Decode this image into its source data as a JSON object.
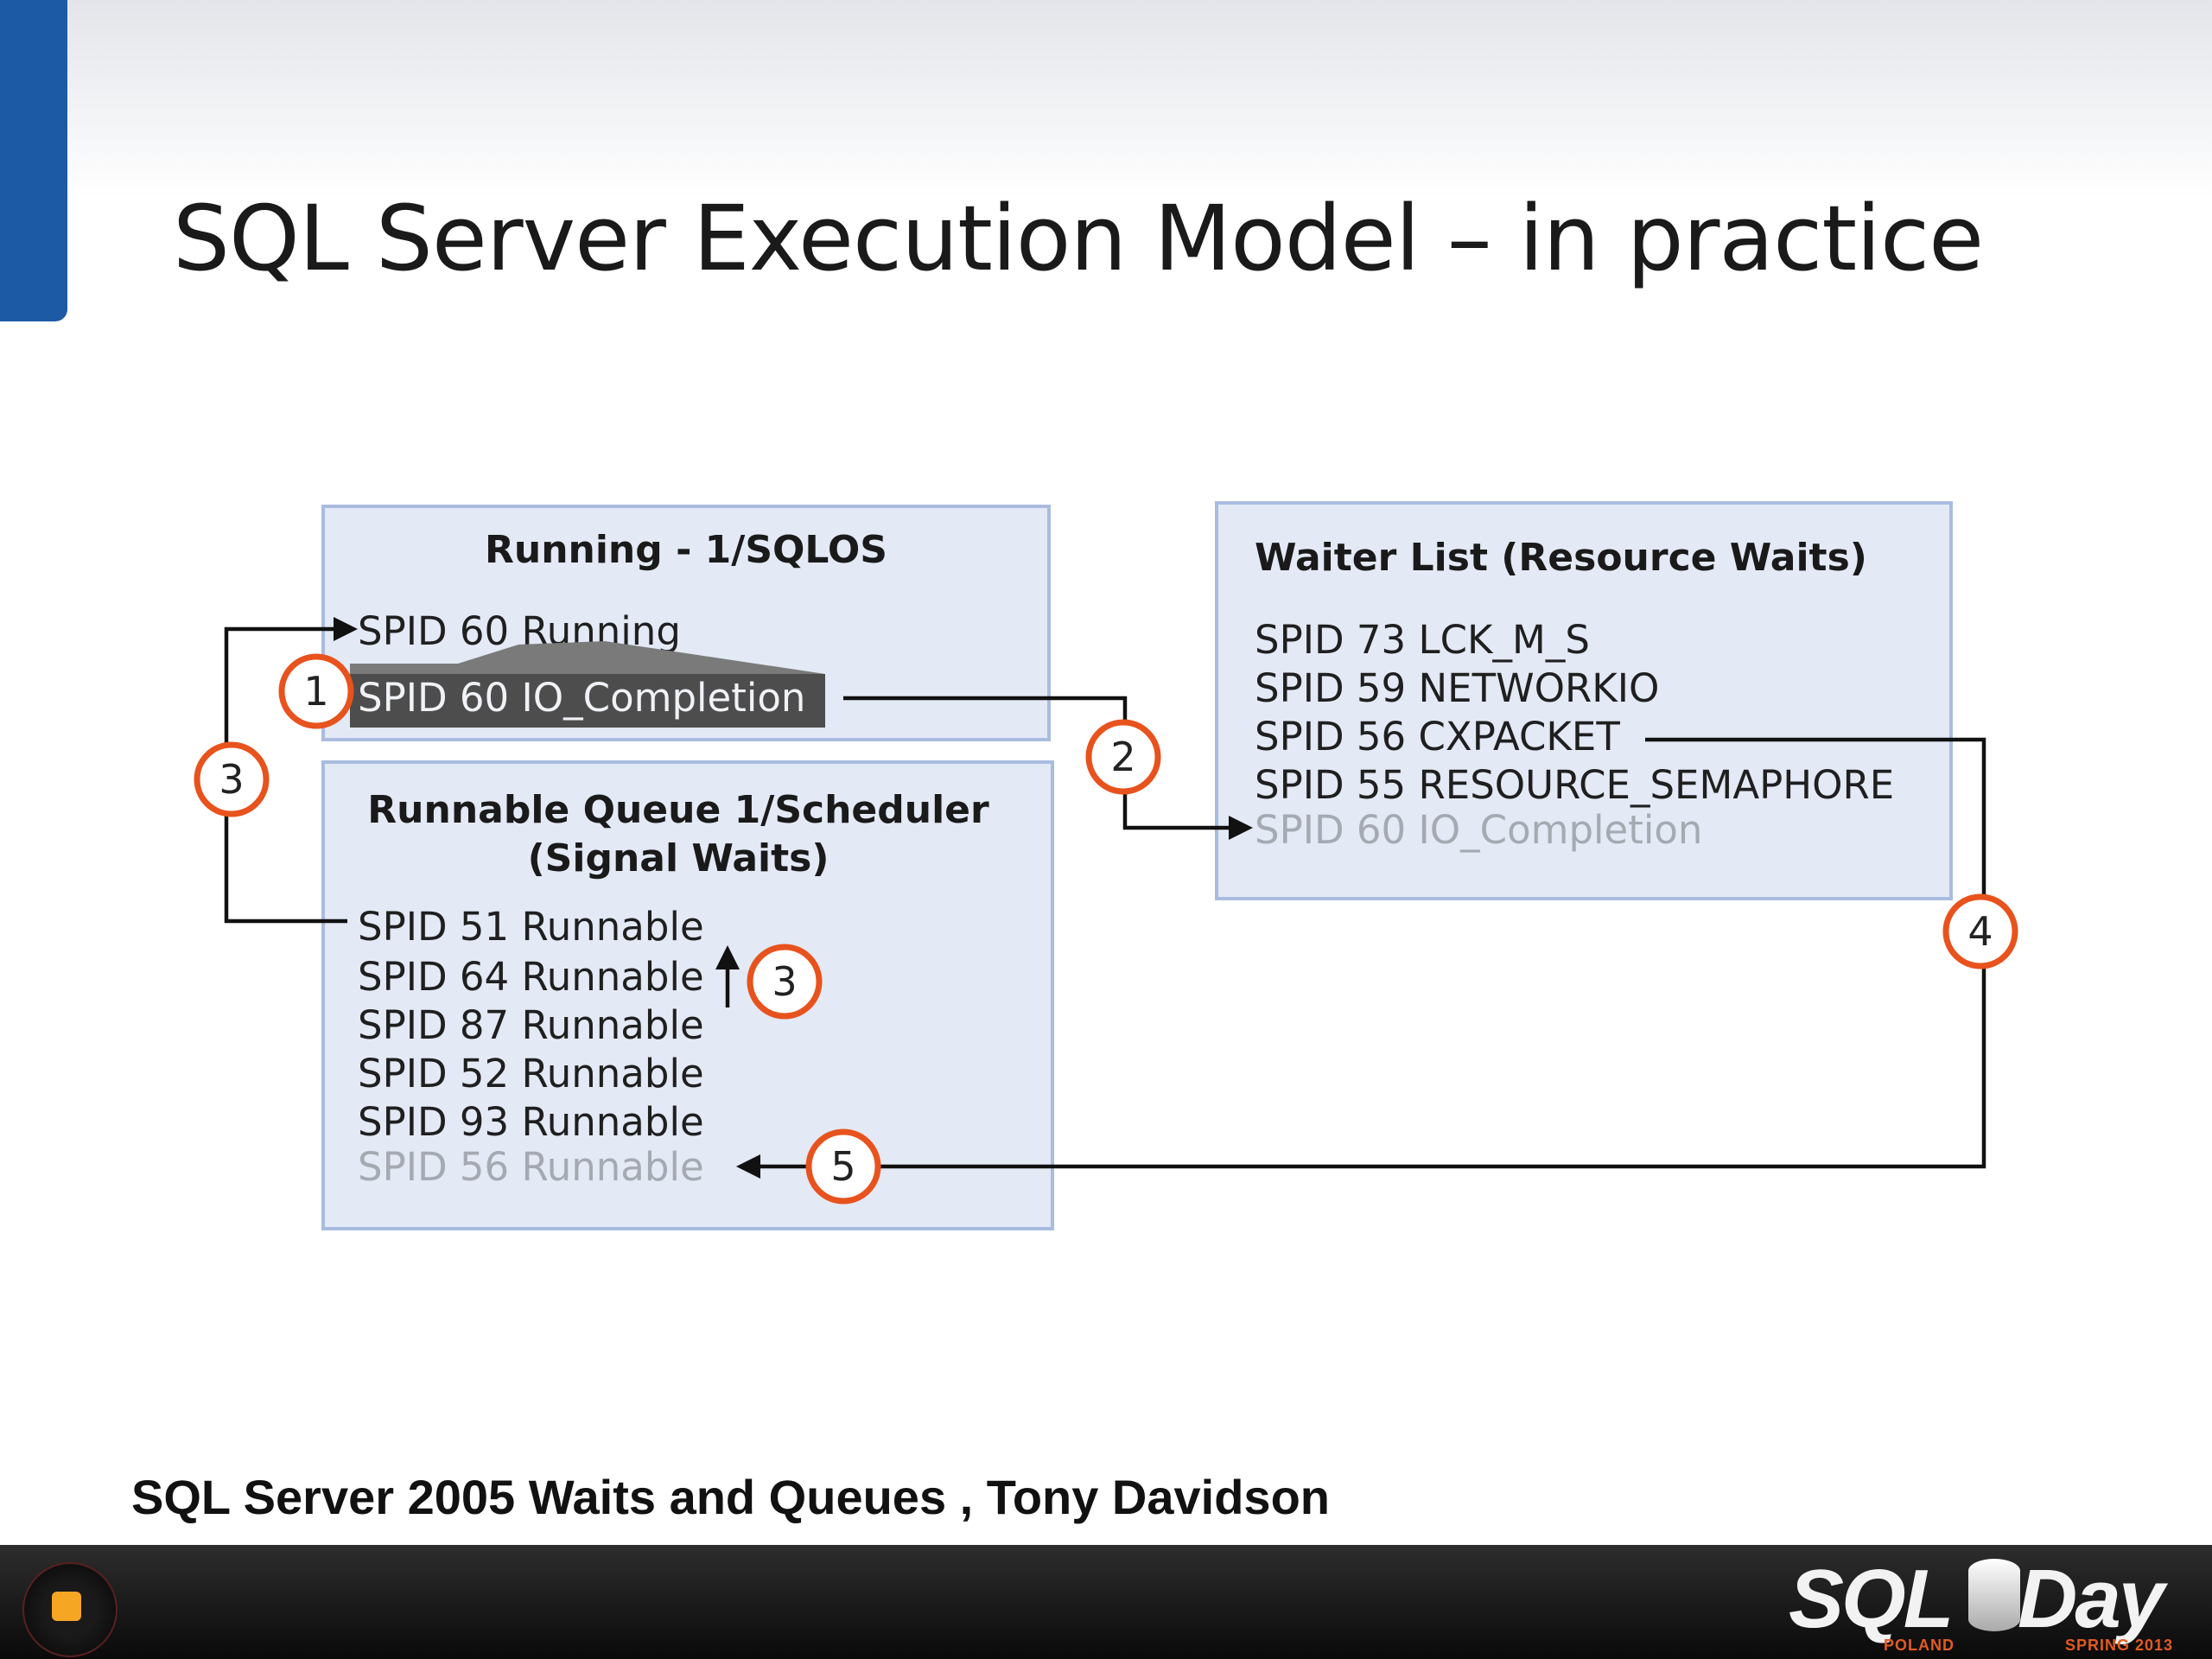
{
  "slide": {
    "title": "SQL Server Execution Model – in practice",
    "citation": "SQL Server 2005 Waits and Queues , Tony Davidson"
  },
  "diagram": {
    "running": {
      "header": "Running - 1/SQLOS",
      "items": [
        "SPID 60 Running",
        "SPID 60 IO_Completion"
      ]
    },
    "runnable": {
      "header_line1": "Runnable Queue 1/Scheduler",
      "header_line2": "(Signal Waits)",
      "items": [
        "SPID 51 Runnable",
        "SPID 64 Runnable",
        "SPID 87 Runnable",
        "SPID 52 Runnable",
        "SPID 93 Runnable",
        "SPID 56 Runnable"
      ]
    },
    "waiter": {
      "header": "Waiter List (Resource Waits)",
      "items": [
        "SPID 73 LCK_M_S",
        "SPID 59 NETWORKIO",
        "SPID 56 CXPACKET",
        "SPID 55 RESOURCE_SEMAPHORE",
        "SPID 60 IO_Completion"
      ]
    },
    "badges": [
      "1",
      "2",
      "3",
      "3",
      "4",
      "5"
    ],
    "colors": {
      "box_fill": "#e3e9f5",
      "box_border": "#a9bce0",
      "badge_ring": "#e8521d",
      "accent": "#1d5aa6"
    }
  },
  "footer": {
    "logo_left": "SQL",
    "logo_right": "Day",
    "logo_sub_left": "POLAND",
    "logo_sub_right": "SPRING 2013"
  }
}
